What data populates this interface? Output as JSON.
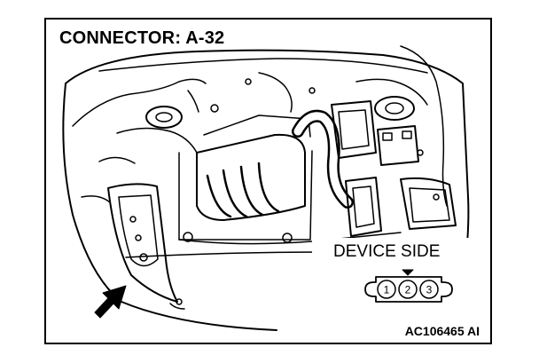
{
  "title": "CONNECTOR: A-32",
  "device_side_label": "DEVICE SIDE",
  "connector": {
    "pins": [
      "1",
      "2",
      "3"
    ]
  },
  "figure_id": "AC106465 AI"
}
